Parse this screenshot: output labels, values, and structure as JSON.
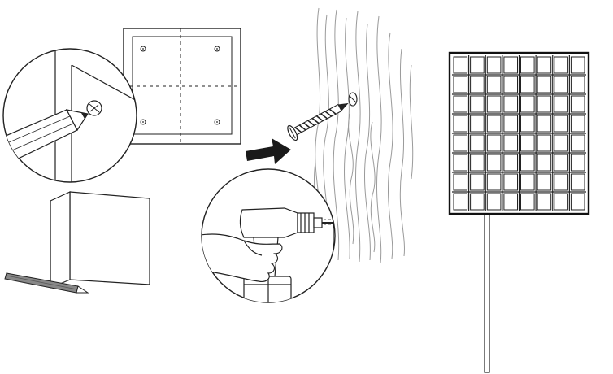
{
  "diagram": {
    "kind": "installation-instructions",
    "steps": [
      {
        "id": "template-marking",
        "icon": "template-icon"
      },
      {
        "id": "pencil-magnifier",
        "icon": "pencil-icon"
      },
      {
        "id": "paper-and-pencil",
        "icon": "folded-template-icon"
      },
      {
        "id": "screw-into-wall",
        "icon": "screw-icon"
      },
      {
        "id": "drill-magnifier",
        "icon": "drill-icon"
      },
      {
        "id": "mounted-panel",
        "icon": "grid-panel-icon"
      }
    ],
    "panel": {
      "rows": 8,
      "cols": 8
    },
    "colors": {
      "ink": "#222222",
      "grain": "#9a9a9a",
      "paper": "#ffffff",
      "arrow": "#1a1a1a"
    }
  }
}
